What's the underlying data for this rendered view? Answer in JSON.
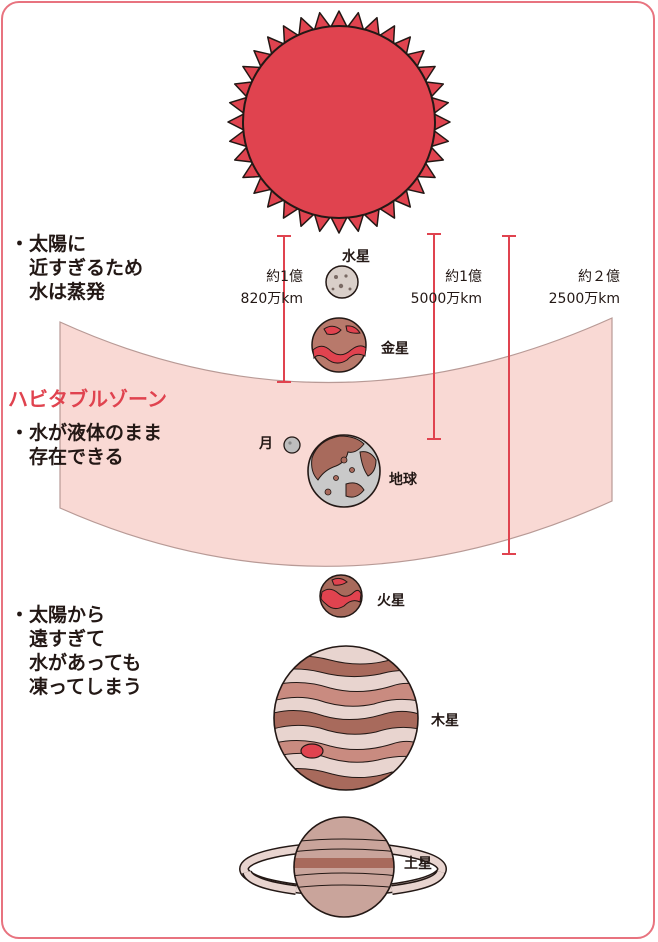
{
  "zone_title": "ハビタブルゾーン",
  "notes": {
    "too_close": "・太陽に\n　近すぎるため\n　水は蒸発",
    "habitable": "・水が液体のまま\n　存在できる",
    "too_far": "・太陽から\n　遠すぎて\n　水があっても\n　凍ってしまう"
  },
  "distances": {
    "venus": "約1億\n820万km",
    "earth": "約1億\n5000万km",
    "mars": "約２億\n2500万km"
  },
  "bodies": {
    "mercury": "水星",
    "venus": "金星",
    "moon": "月",
    "earth": "地球",
    "mars": "火星",
    "jupiter": "木星",
    "saturn": "土星"
  },
  "colors": {
    "frame": "#e8737f",
    "sun": "#e0434f",
    "zone_fill": "#f9d9d4",
    "accent_red": "#e0434f",
    "planet_brown": "#a86a5c",
    "earth_grey": "#c9c9c9"
  }
}
